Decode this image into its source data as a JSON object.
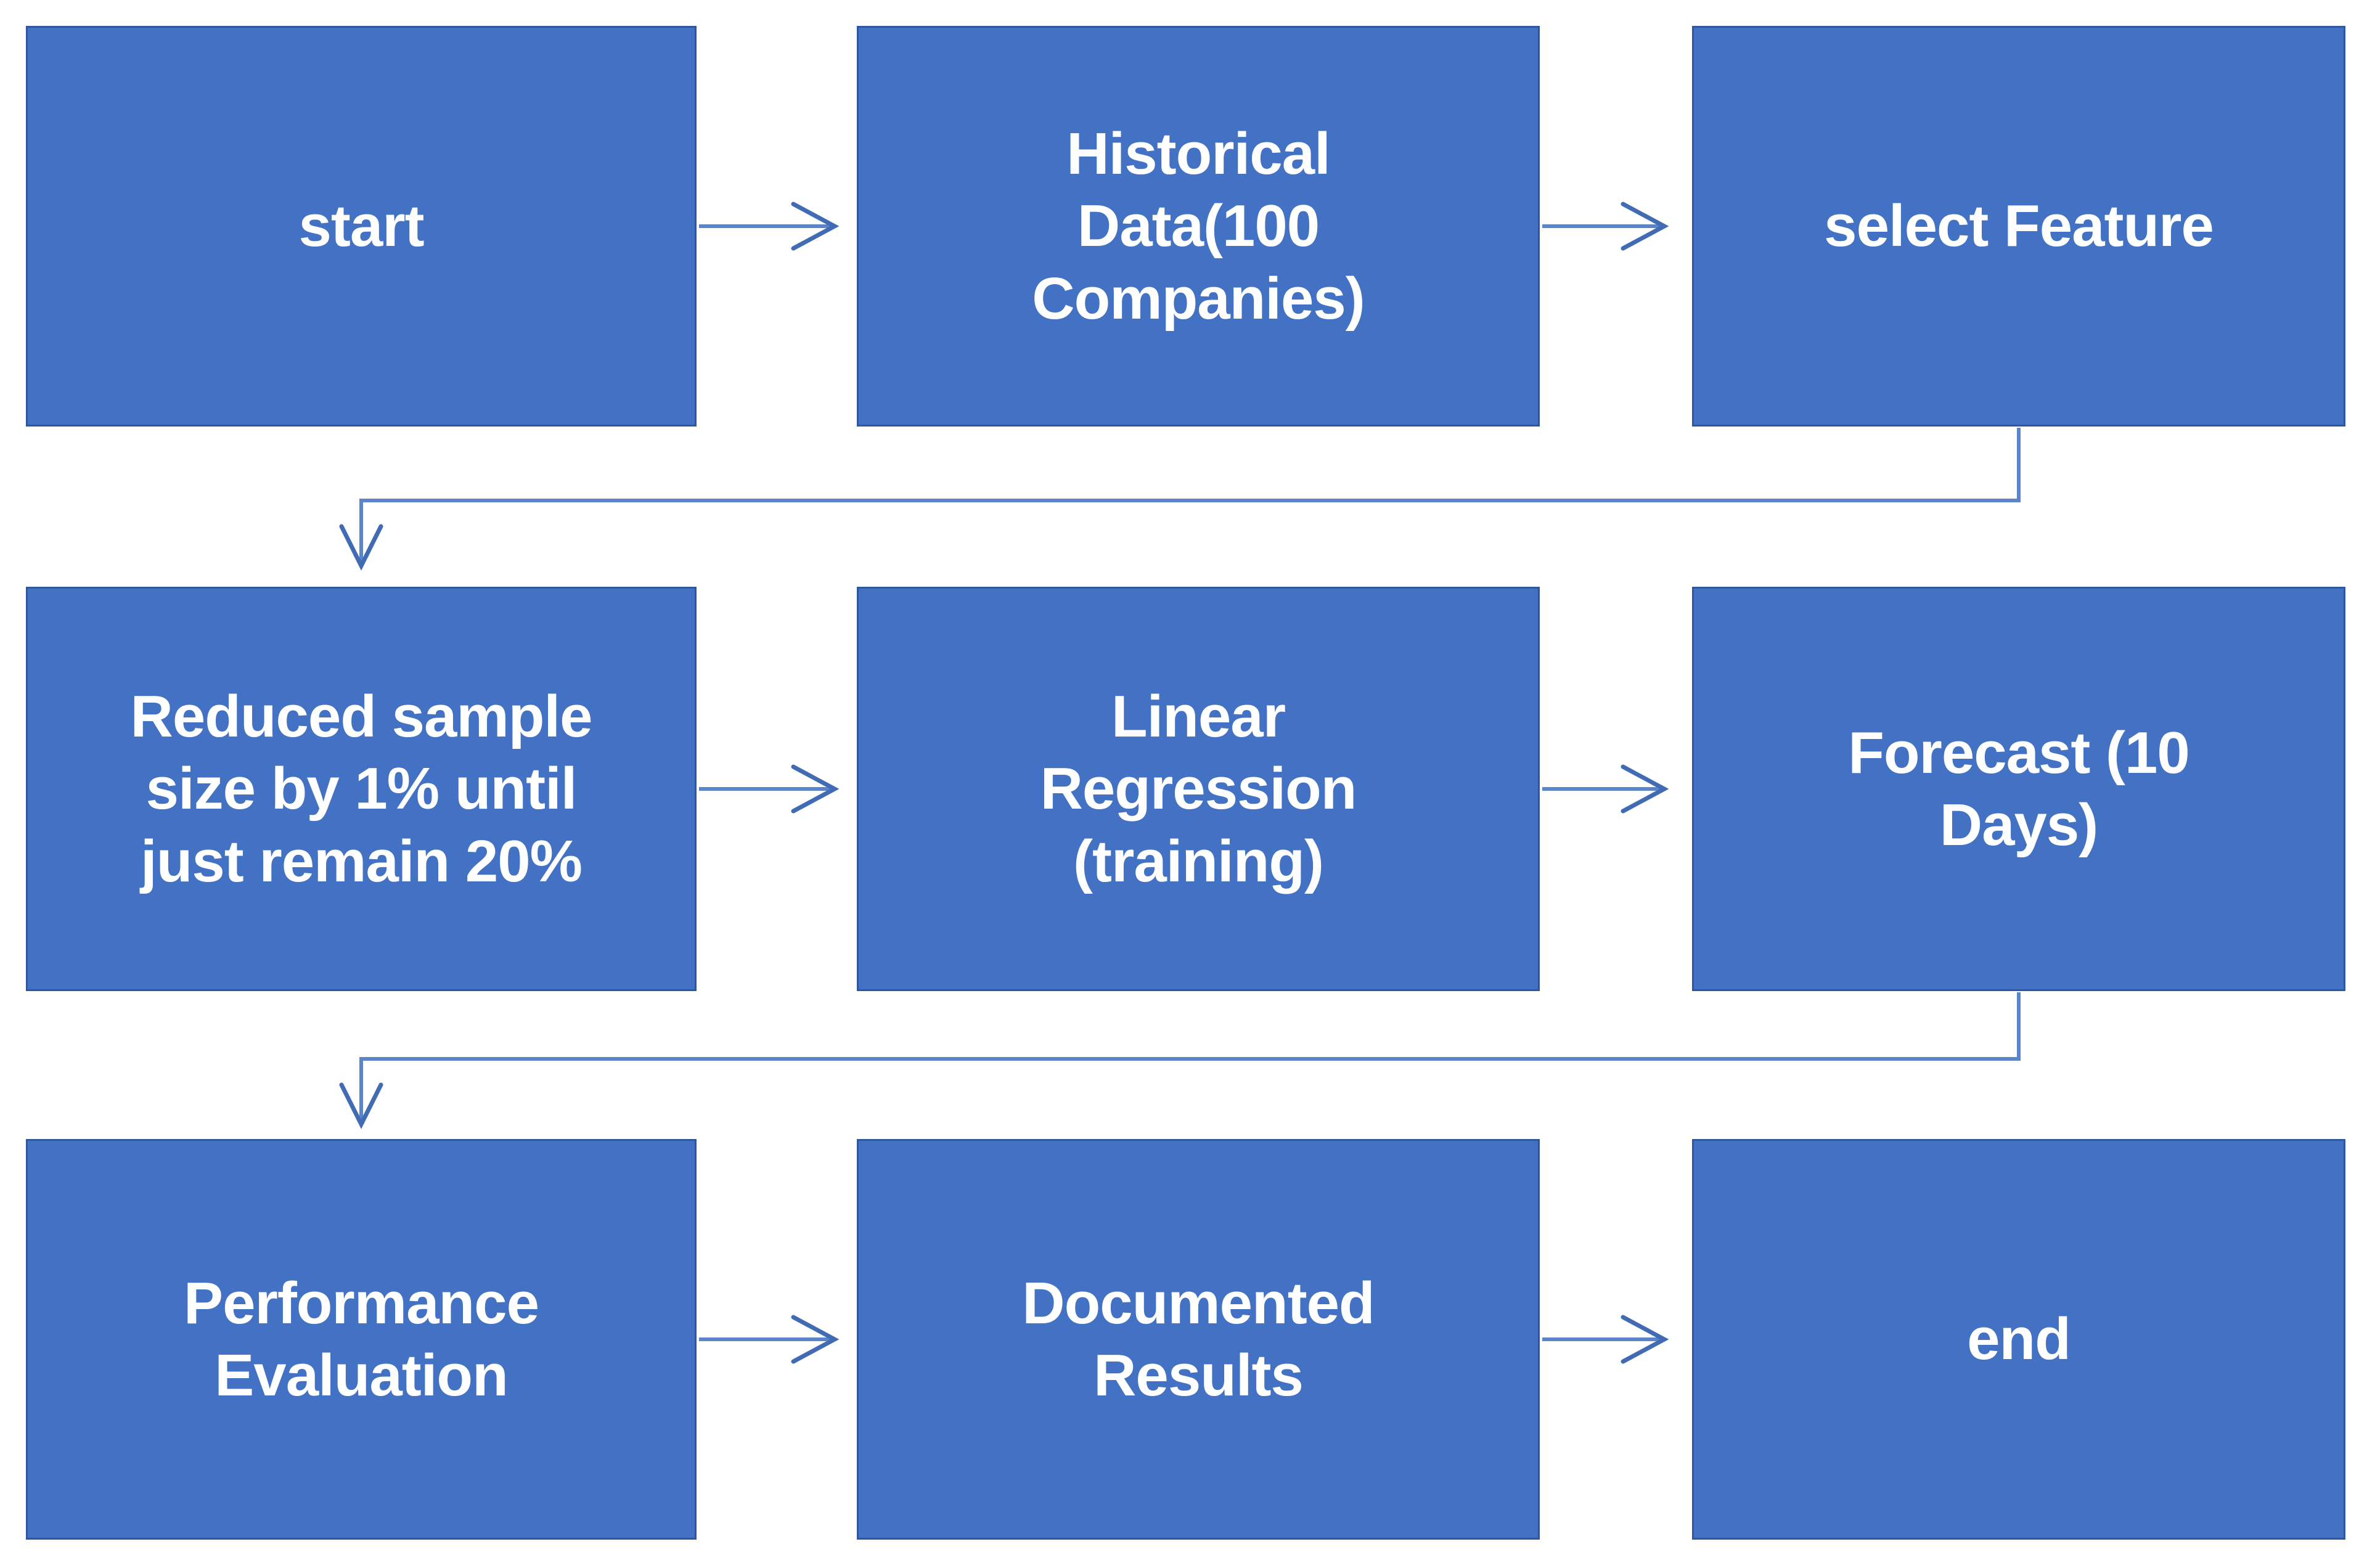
{
  "diagram": {
    "type": "flowchart",
    "colors": {
      "node_fill": "#4372c4",
      "node_border": "#2d57a3",
      "node_text": "#ffffff",
      "connector_line": "#5b85c9",
      "connector_head": "#416cb4",
      "background": "#ffffff"
    },
    "nodes": [
      {
        "id": "start",
        "label": "start"
      },
      {
        "id": "historical-data",
        "label": "Historical\nData(100\nCompanies)"
      },
      {
        "id": "select-feature",
        "label": "select Feature"
      },
      {
        "id": "reduce-sample",
        "label": "Reduced sample\nsize by 1% until\njust remain 20%"
      },
      {
        "id": "linear-regression",
        "label": "Linear\nRegression\n(training)"
      },
      {
        "id": "forecast",
        "label": "Forecast (10\nDays)"
      },
      {
        "id": "performance-evaluation",
        "label": "Performance\nEvaluation"
      },
      {
        "id": "documented-results",
        "label": "Documented\nResults"
      },
      {
        "id": "end",
        "label": "end"
      }
    ],
    "edges": [
      {
        "from": "start",
        "to": "historical-data"
      },
      {
        "from": "historical-data",
        "to": "select-feature"
      },
      {
        "from": "select-feature",
        "to": "reduce-sample"
      },
      {
        "from": "reduce-sample",
        "to": "linear-regression"
      },
      {
        "from": "linear-regression",
        "to": "forecast"
      },
      {
        "from": "forecast",
        "to": "performance-evaluation"
      },
      {
        "from": "performance-evaluation",
        "to": "documented-results"
      },
      {
        "from": "documented-results",
        "to": "end"
      }
    ]
  }
}
